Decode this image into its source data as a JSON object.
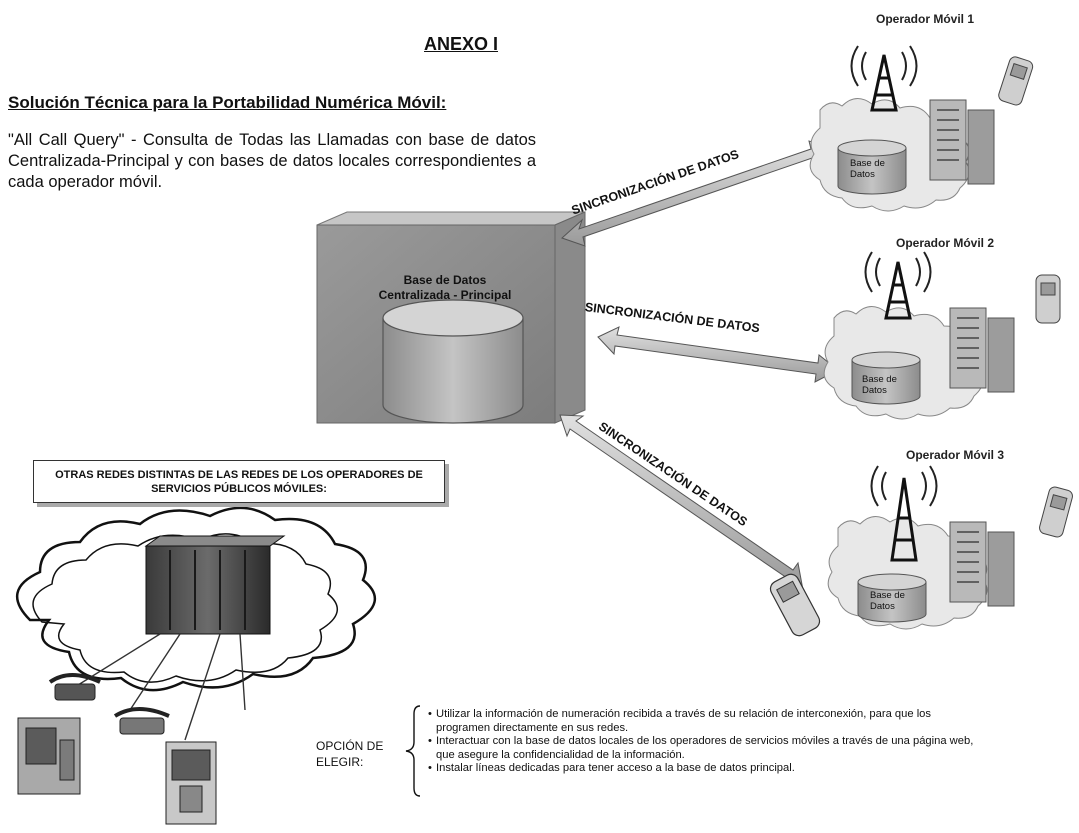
{
  "title": "ANEXO I",
  "subtitle": "Solución Técnica para la Portabilidad Numérica Móvil:",
  "intro": "\"All Call Query\" - Consulta de Todas las Llamadas con base de datos Centralizada-Principal y con bases de datos locales correspondientes a cada operador móvil.",
  "central_db": {
    "line1": "Base de Datos",
    "line2": "Centralizada - Principal"
  },
  "sync_label": "SINCRONIZACIÓN DE DATOS",
  "operators": [
    {
      "label": "Operador Móvil 1",
      "db_line1": "Base de",
      "db_line2": "Datos"
    },
    {
      "label": "Operador Móvil 2",
      "db_line1": "Base de",
      "db_line2": "Datos"
    },
    {
      "label": "Operador Móvil 3",
      "db_line1": "Base de",
      "db_line2": "Datos"
    }
  ],
  "other_networks": "OTRAS REDES DISTINTAS DE LAS REDES DE LOS OPERADORES DE SERVICIOS PÚBLICOS MÓVILES:",
  "option_label": {
    "line1": "OPCIÓN DE",
    "line2": "ELEGIR:"
  },
  "options": [
    "Utilizar la información de numeración recibida a través de su relación de interconexión, para que los programen directamente en sus redes.",
    "Interactuar con la base de datos locales de los operadores de servicios móviles a través de una página web, que asegure la confidencialidad de la información.",
    "Instalar líneas dedicadas para tener acceso a la base de datos principal."
  ]
}
